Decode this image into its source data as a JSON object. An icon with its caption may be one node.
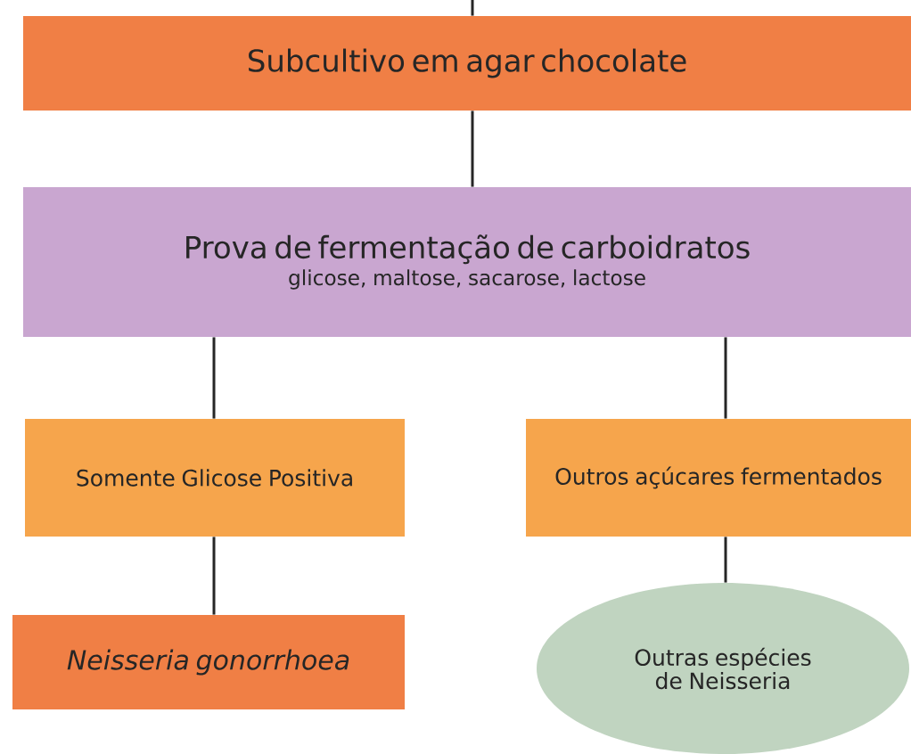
{
  "diagram": {
    "nodes": [
      {
        "text": [
          "Subcultivo em agar chocolate"
        ]
      },
      {
        "text": [
          "Prova de fermentação de carboidratos",
          "glicose, maltose, sacarose, lactose"
        ]
      },
      {
        "text": [
          "Somente Glicose Positiva"
        ]
      },
      {
        "text": [
          "Outros açúcares fermentados"
        ]
      },
      {
        "text": [
          "Neisseria gonorrhoea"
        ]
      },
      {
        "text": [
          "Outras espécies de Neisseria"
        ]
      }
    ],
    "edges": [
      {
        "from": null,
        "to": 0,
        "arrow": "none"
      },
      {
        "from": 0,
        "to": 1,
        "arrow": "none"
      },
      {
        "from": 1,
        "to": 2,
        "arrow": "none"
      },
      {
        "from": 1,
        "to": 3,
        "arrow": "none"
      },
      {
        "from": 2,
        "to": 4,
        "arrow": "none"
      },
      {
        "from": 3,
        "to": 5,
        "arrow": "none"
      }
    ]
  }
}
